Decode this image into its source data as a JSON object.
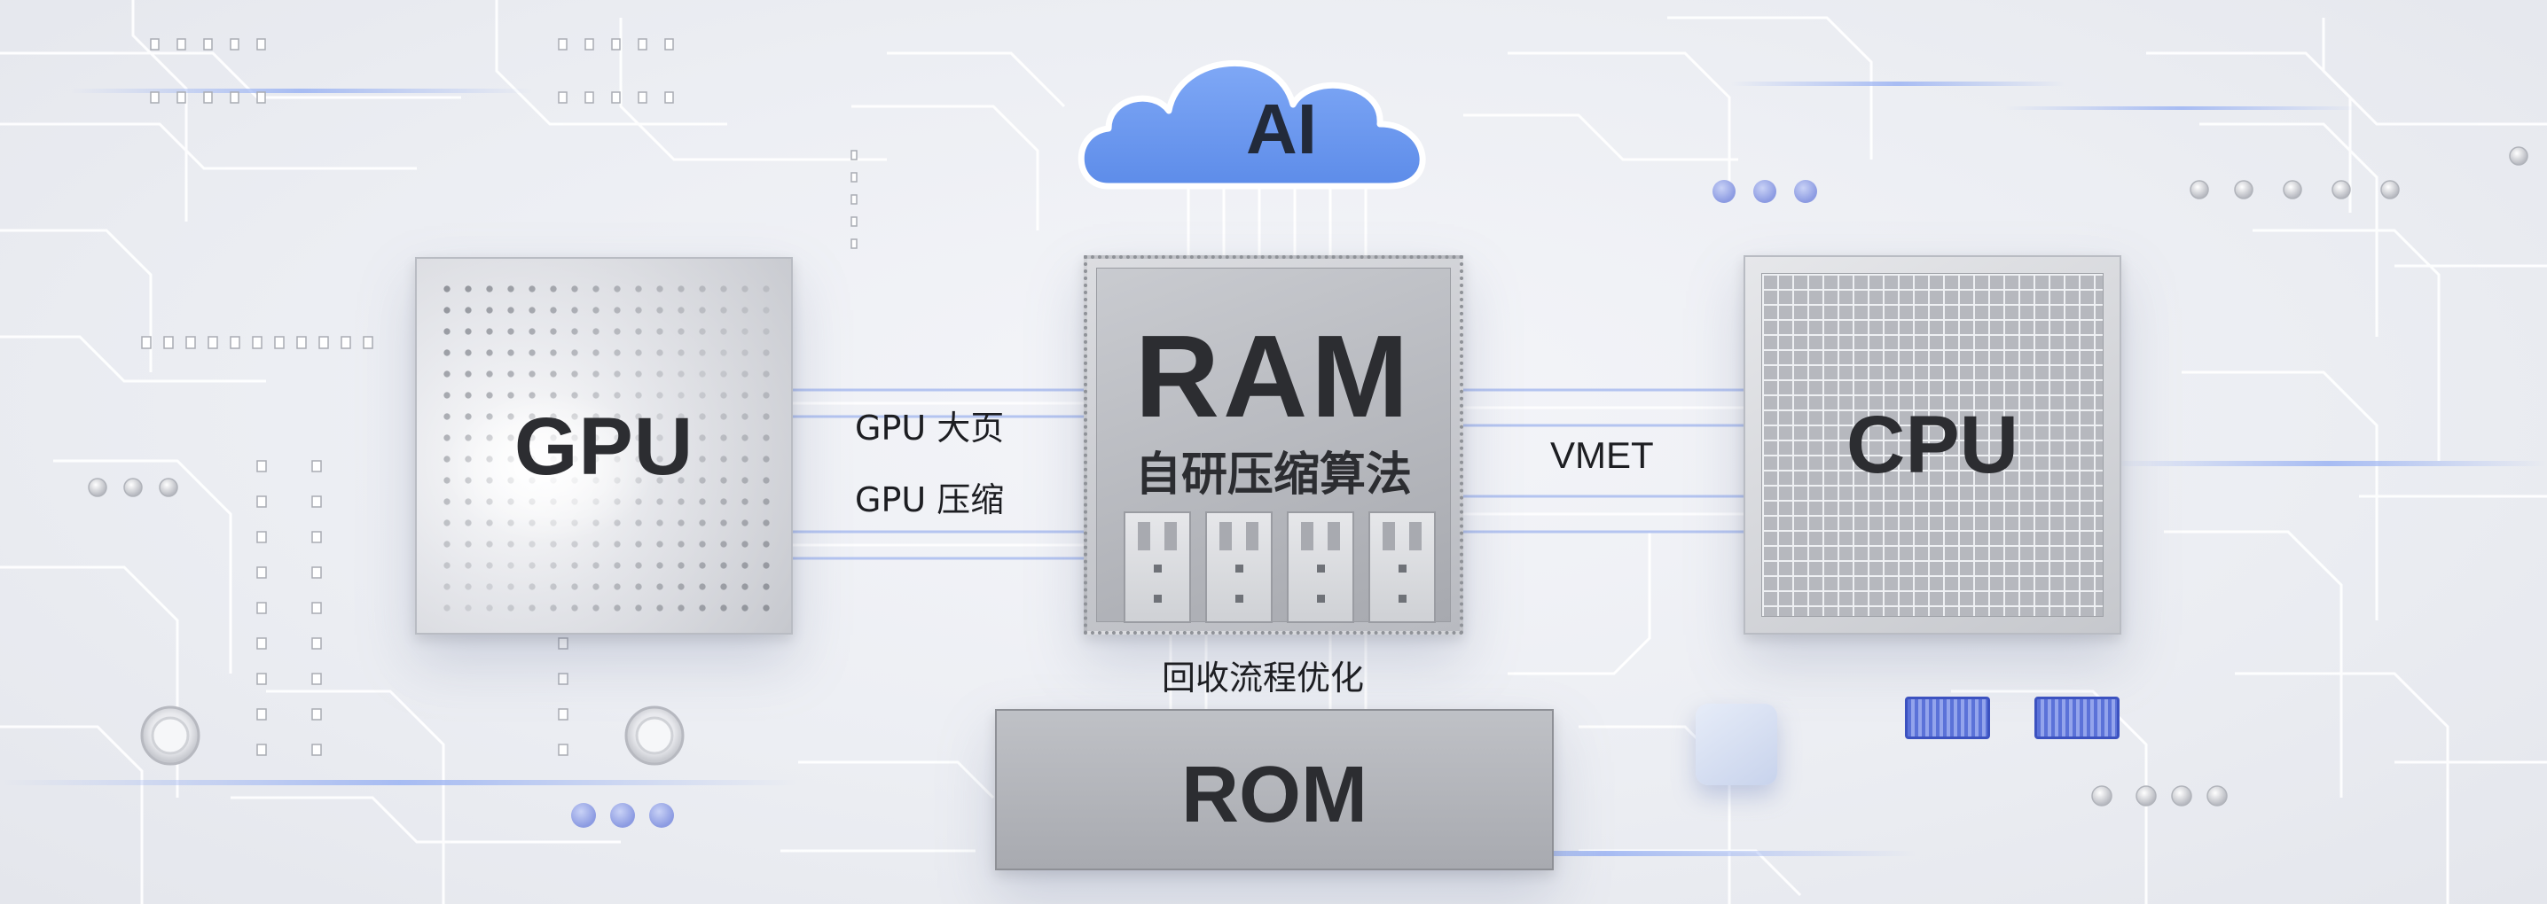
{
  "cloud": {
    "label": "AI",
    "color": "#6b9af0"
  },
  "gpu": {
    "title": "GPU",
    "links": {
      "page": "GPU 大页",
      "compress": "GPU 压缩"
    }
  },
  "ram": {
    "title": "RAM",
    "subtitle": "自研压缩算法",
    "recycle": "回收流程优化"
  },
  "cpu": {
    "title": "CPU",
    "link": "VMET"
  },
  "rom": {
    "title": "ROM"
  },
  "colors": {
    "accent_blue": "#4f6fe0",
    "glow_blue": "#9fb6f3",
    "trace": "#ffffff"
  }
}
